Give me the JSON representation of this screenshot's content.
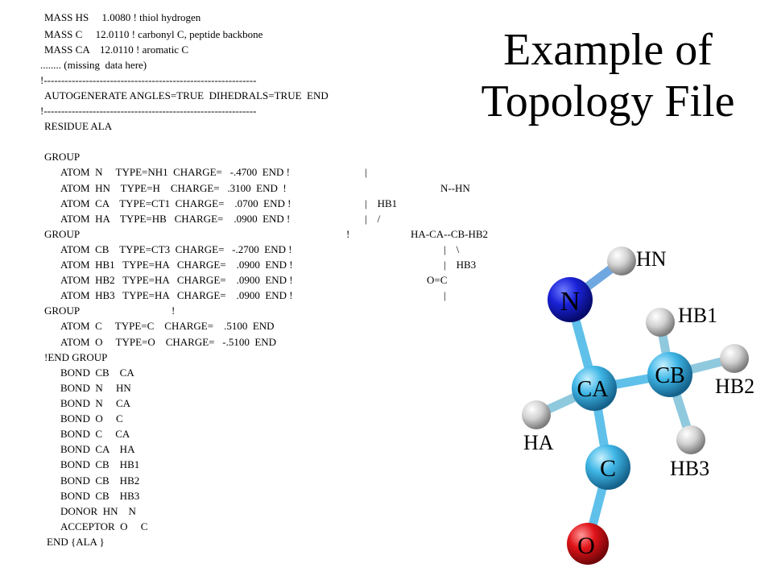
{
  "title": {
    "line1": "Example of",
    "line2": "Topology File"
  },
  "listing": {
    "lines": [
      "MASS HS     1.0080 ! thiol hydrogen",
      "MASS C     12.0110 ! carbonyl C, peptide backbone",
      "MASS CA    12.0110 ! aromatic C",
      "........ (missing  data here)",
      "!-------------------------------------------------------------",
      "AUTOGENERATE ANGLES=TRUE  DIHEDRALS=TRUE  END",
      "!-------------------------------------------------------------",
      "RESIDUE ALA",
      "",
      "GROUP",
      "ATOM  N     TYPE=NH1  CHARGE=   -.4700  END !",
      "ATOM  HN    TYPE=H    CHARGE=   .3100  END  !",
      "ATOM  CA    TYPE=CT1  CHARGE=    .0700  END !",
      "ATOM  HA    TYPE=HB   CHARGE=    .0900  END !",
      "GROUP",
      "ATOM  CB    TYPE=CT3  CHARGE=   -.2700  END !",
      "ATOM  HB1   TYPE=HA   CHARGE=    .0900  END !",
      "ATOM  HB2   TYPE=HA   CHARGE=    .0900  END !",
      "ATOM  HB3   TYPE=HA   CHARGE=    .0900  END !",
      "GROUP",
      "ATOM  C     TYPE=C    CHARGE=    .5100  END",
      "ATOM  O     TYPE=O    CHARGE=   -.5100  END",
      "!END GROUP",
      "BOND  CB    CA",
      "BOND  N     HN",
      "BOND  N     CA",
      "BOND  O     C",
      "BOND  C     CA",
      "BOND  CA    HA",
      "BOND  CB    HB1",
      "BOND  CB    HB2",
      "BOND  CB    HB3",
      "DONOR  HN    N",
      "ACCEPTOR  O     C",
      "END {ALA }"
    ],
    "ascii_art": [
      "|",
      "N--HN",
      "|    HB1",
      "|    /",
      "!",
      "HA-CA--CB-HB2",
      "|    \\",
      "|    HB3",
      "O=C",
      "|",
      "!"
    ]
  },
  "molecule": {
    "atoms": {
      "N": "N",
      "CA": "CA",
      "CB": "CB",
      "C": "C",
      "O": "O"
    },
    "labels": {
      "HN": "HN",
      "HB1": "HB1",
      "HB2": "HB2",
      "HA": "HA",
      "HB3": "HB3"
    },
    "colors": {
      "nitrogen": "#1a22d8",
      "carbon": "#3fb6e6",
      "oxygen": "#e0141a",
      "hydrogen": "#d9d9d9",
      "bond": "#5fc0ea"
    }
  }
}
